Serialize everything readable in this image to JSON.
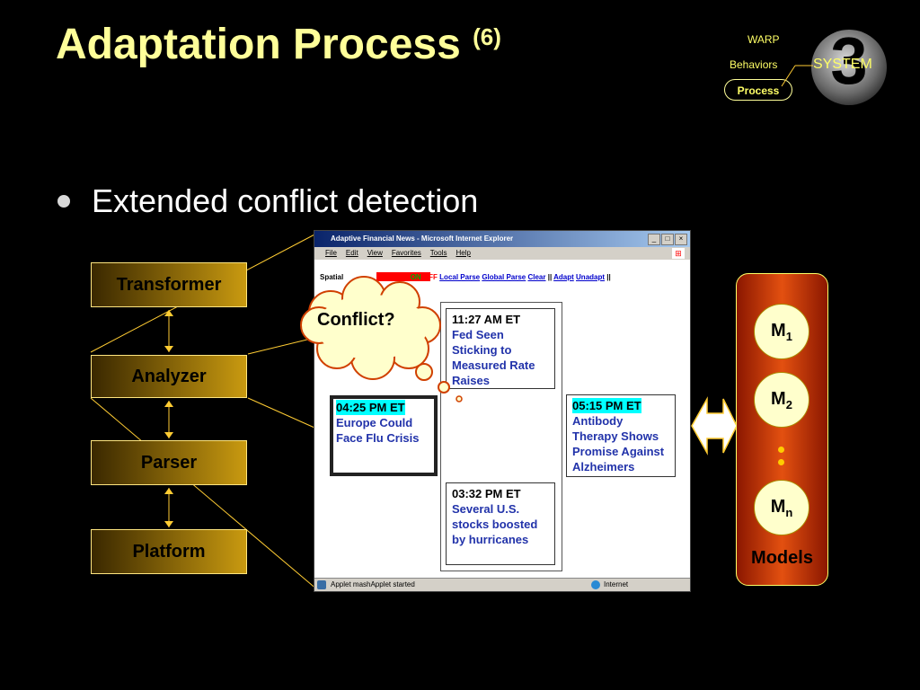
{
  "title": {
    "main": "Adaptation Process",
    "sup": "(6)"
  },
  "nav": {
    "warp": "WARP",
    "behaviors": "Behaviors",
    "process": "Process"
  },
  "logo": {
    "number": "3",
    "text": "SYSTEM"
  },
  "bullet": "Extended conflict detection",
  "stack": [
    "Transformer",
    "Analyzer",
    "Parser",
    "Platform"
  ],
  "browser": {
    "title": "Adaptive Financial News - Microsoft Internet Explorer",
    "menu": [
      "File",
      "Edit",
      "View",
      "Favorites",
      "Tools",
      "Help"
    ],
    "toolbar": {
      "prefix": "Spatial",
      "on": "ON",
      "off": "OFF",
      "local_parse": "Local Parse",
      "global_parse": "Global Parse",
      "clear": "Clear",
      "adapt": "Adapt",
      "unadapt": "Unadapt"
    },
    "status": "Applet mashApplet started",
    "zone": "Internet",
    "news": [
      {
        "time": "11:27 AM ET",
        "headline": "Fed Seen Sticking to Measured Rate Raises"
      },
      {
        "time": "04:25 PM ET",
        "headline": "Europe Could Face Flu Crisis"
      },
      {
        "time": "05:15 PM ET",
        "headline": "Antibody Therapy Shows Promise Against Alzheimers"
      },
      {
        "time": "03:32 PM ET",
        "headline": "Several U.S. stocks boosted by hurricanes"
      }
    ]
  },
  "callout": "Conflict?",
  "models": {
    "label": "Models",
    "m1": "M",
    "m1_sub": "1",
    "m2": "M",
    "m2_sub": "2",
    "mn": "M",
    "mn_sub": "n"
  },
  "colors": {
    "title": "#ffff99",
    "stack_light": "#c99a10",
    "models_bg": "#e35010"
  }
}
